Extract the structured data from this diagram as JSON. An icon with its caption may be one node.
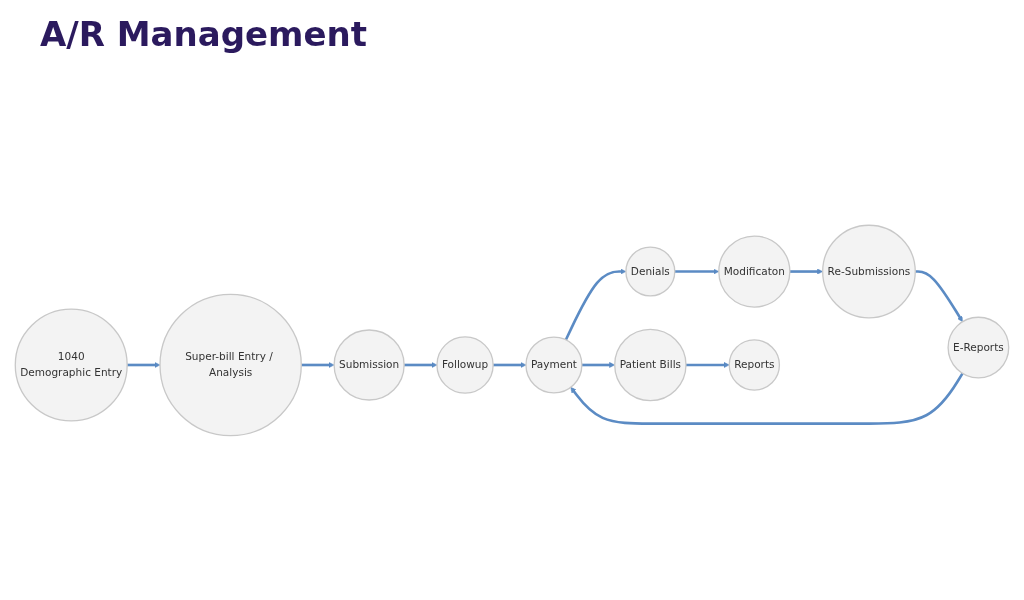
{
  "diagram": {
    "title": "A/R Management",
    "nodes": [
      {
        "text": [
          "1040",
          "Demographic Entry"
        ]
      },
      {
        "text": [
          "Super-bill Entry / Analysis"
        ]
      },
      {
        "text": [
          "Submission"
        ]
      },
      {
        "text": [
          "Followup"
        ]
      },
      {
        "text": [
          "Payment"
        ]
      },
      {
        "text": [
          "Denials"
        ]
      },
      {
        "text": [
          "Modificaton"
        ]
      },
      {
        "text": [
          "Re-Submissions"
        ]
      },
      {
        "text": [
          "E-Reports"
        ]
      },
      {
        "text": [
          "Patient Bills"
        ]
      },
      {
        "text": [
          "Reports"
        ]
      }
    ],
    "edges": [
      {
        "from": 0,
        "to": 1,
        "arrow": "to"
      },
      {
        "from": 1,
        "to": 2,
        "arrow": "to"
      },
      {
        "from": 2,
        "to": 3,
        "arrow": "to"
      },
      {
        "from": 3,
        "to": 4,
        "arrow": "to"
      },
      {
        "from": 4,
        "to": 5,
        "arrow": "to"
      },
      {
        "from": 5,
        "to": 6,
        "arrow": "to"
      },
      {
        "from": 6,
        "to": 7,
        "arrow": "to"
      },
      {
        "from": 7,
        "to": 8,
        "arrow": "to"
      },
      {
        "from": 8,
        "to": 4,
        "arrow": "to"
      },
      {
        "from": 4,
        "to": 9,
        "arrow": "to"
      },
      {
        "from": 9,
        "to": 10,
        "arrow": "to"
      }
    ]
  }
}
